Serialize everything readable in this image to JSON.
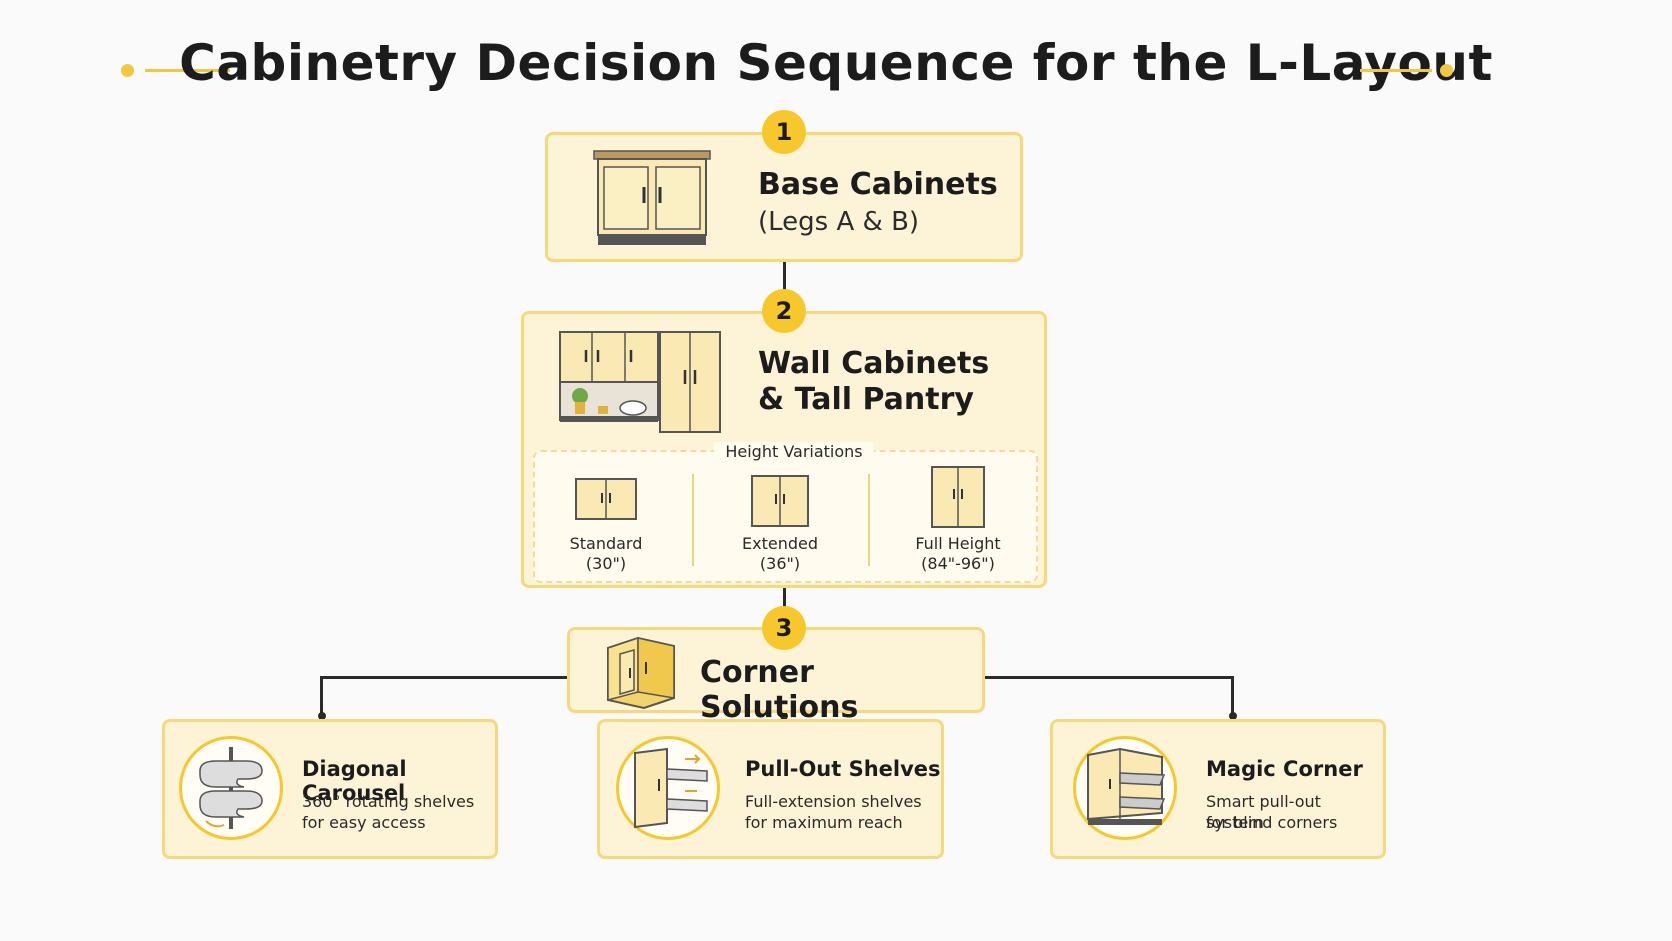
{
  "title": "Cabinetry Decision Sequence for the L-Layout",
  "colors": {
    "accent": "#f6c82b",
    "card_fill": "#fdf3d6",
    "card_border": "#f5d97a",
    "connector": "#2a2a2a"
  },
  "steps": [
    {
      "number": "1",
      "title": "Base Cabinets",
      "subtitle": "(Legs A & B)",
      "icon": "base-cabinet-icon"
    },
    {
      "number": "2",
      "title_line1": "Wall Cabinets",
      "title_line2": "& Tall Pantry",
      "icon": "wall-cabinets-pantry-icon",
      "height_variations": {
        "label": "Height Variations",
        "items": [
          {
            "name": "Standard",
            "size": "(30\")",
            "icon": "standard-cabinet-icon"
          },
          {
            "name": "Extended",
            "size": "(36\")",
            "icon": "extended-cabinet-icon"
          },
          {
            "name": "Full Height",
            "size": "(84\"-96\")",
            "icon": "full-height-cabinet-icon"
          }
        ]
      }
    },
    {
      "number": "3",
      "title": "Corner Solutions",
      "icon": "corner-cabinet-icon"
    }
  ],
  "corner_options": [
    {
      "title": "Diagonal Carousel",
      "desc_line1": "360° rotating shelves",
      "desc_line2": "for easy access",
      "icon": "carousel-icon"
    },
    {
      "title": "Pull-Out Shelves",
      "desc_line1": "Full-extension shelves",
      "desc_line2": "for maximum reach",
      "icon": "pull-out-shelves-icon"
    },
    {
      "title": "Magic Corner",
      "desc_line1": "Smart pull-out system",
      "desc_line2": "for blind corners",
      "icon": "magic-corner-icon"
    }
  ]
}
